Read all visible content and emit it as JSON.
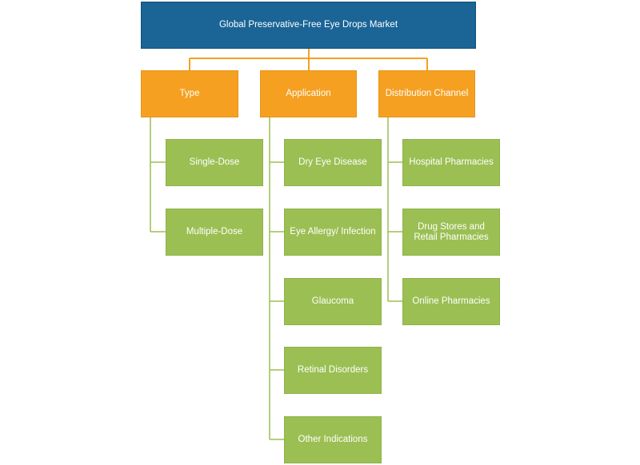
{
  "root": {
    "label": "Global  Preservative-Free Eye Drops Market"
  },
  "categories": [
    {
      "label": "Type",
      "items": [
        "Single-Dose",
        "Multiple-Dose"
      ]
    },
    {
      "label": "Application",
      "items": [
        "Dry Eye Disease",
        "Eye Allergy/ Infection",
        "Glaucoma",
        "Retinal Disorders",
        "Other Indications"
      ]
    },
    {
      "label": "Distribution Channel",
      "items": [
        "Hospital Pharmacies",
        "Drug Stores and Retail Pharmacies",
        "Online Pharmacies"
      ]
    }
  ],
  "colors": {
    "root": "#1a6496",
    "category": "#f5a021",
    "leaf": "#9bbf53",
    "connector_top": "#f5a021",
    "connector_bottom": "#9bbf53"
  }
}
